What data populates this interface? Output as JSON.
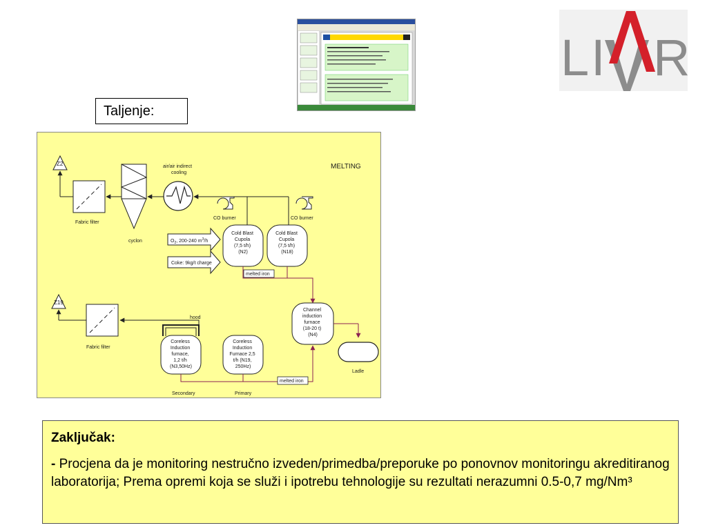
{
  "header": {
    "slide_label": "Taljenje:"
  },
  "logo": {
    "text": "LIVAR",
    "colors": {
      "letters": "#8c8c8c",
      "accent": "#d4202a",
      "background": "#f1f1f1"
    }
  },
  "thumbnail": {
    "description_icon": "powerpoint-screenshot-icon"
  },
  "diagram": {
    "title": "MELTING",
    "background": "#ffff99",
    "stack_top": "Z2",
    "stack_bottom": "Z19",
    "fabric_filter_top": "Fabric filter",
    "fabric_filter_bottom": "Fabric filter",
    "cyclon": "cyclon",
    "cooling_1": "air/air indirect",
    "cooling_2": "cooling",
    "co_burner_left": "CO burner",
    "co_burner_right": "CO burner",
    "oxygen_input": "O",
    "oxygen_sub": "2",
    "oxygen_rate": ", 200-240 m",
    "oxygen_sup": "3",
    "oxygen_unit": "/h",
    "coke_input": "Coke: 9kg/t charge",
    "cupola_n2": [
      "Cold Blast",
      "Cupola",
      "(7,5 t/h)",
      "(N2)"
    ],
    "cupola_n18": [
      "Cold Blast",
      "Cupola",
      "(7,5 t/h)",
      "(N18)"
    ],
    "melted_iron_top": "melted iron",
    "melted_iron_bottom": "melted iron",
    "channel_furnace": [
      "Channel",
      "induction",
      "furnace",
      "(18-20 t)",
      "(N4)"
    ],
    "ladle": "Ladle",
    "hood": "hood",
    "coreless_secondary": [
      "Coreless",
      "Induction",
      "furnace,",
      "1,2 t/h",
      "(N3,50Hz)"
    ],
    "coreless_primary": [
      "Coreless",
      "Induction",
      "Furnace 2,5",
      "t/h (N19,",
      "250Hz)"
    ],
    "secondary_label": "Secondary",
    "primary_label": "Primary"
  },
  "conclusion": {
    "title": "Zaključak:",
    "dash": "- ",
    "text": "Procjena da je monitoring nestručno izveden/primedba/preporuke po ponovnov monitoringu akreditiranog laboratorija; Prema opremi koja se služi i ipotrebu tehnologije su rezultati nerazumni 0.5-0,7 mg/Nm³"
  }
}
